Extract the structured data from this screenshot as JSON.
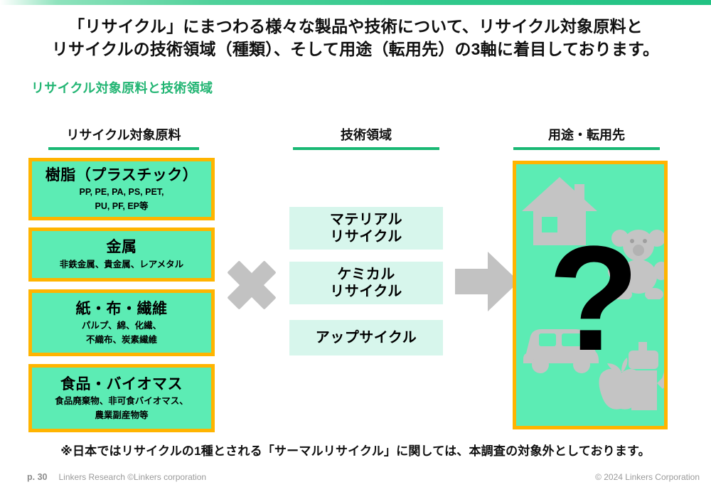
{
  "headline": {
    "line1": "「リサイクル」にまつわる様々な製品や技術について、リサイクル対象原料と",
    "line2": "リサイクルの技術領域（種類）、そして用途（転用先）の3軸に着目しております。"
  },
  "section_title": "リサイクル対象原料と技術領域",
  "columns": {
    "materials_header": "リサイクル対象原料",
    "technology_header": "技術領域",
    "use_header": "用途・転用先"
  },
  "materials": [
    {
      "name": "樹脂（プラスチック）",
      "sub_line1": "PP, PE, PA, PS, PET,",
      "sub_line2": "PU, PF, EP等"
    },
    {
      "name": "金属",
      "sub_line1": "非鉄金属、貴金属、レアメタル",
      "sub_line2": ""
    },
    {
      "name": "紙・布・繊維",
      "sub_line1": "パルプ、綿、化繊、",
      "sub_line2": "不織布、炭素繊維"
    },
    {
      "name": "食品・バイオマス",
      "sub_line1": "食品廃棄物、非可食バイオマス、",
      "sub_line2": "農業副産物等"
    }
  ],
  "technologies": [
    {
      "line1": "マテリアル",
      "line2": "リサイクル"
    },
    {
      "line1": "ケミカル",
      "line2": "リサイクル"
    },
    {
      "line1": "アップサイクル",
      "line2": ""
    }
  ],
  "use_panel": {
    "question_mark": "?",
    "icons": [
      "house-icon",
      "teddy-bear-icon",
      "car-icon",
      "apple-icon",
      "robot-icon"
    ]
  },
  "operators": {
    "multiply": "multiply-x-icon",
    "arrow": "right-arrow-icon"
  },
  "note": "※日本ではリサイクルの1種とされる「サーマルリサイクル」に関しては、本調査の対象外としております。",
  "footer": {
    "page": "p. 30",
    "left_text": "Linkers Research ©Linkers corporation",
    "right_text": "© 2024 Linkers Corporation"
  },
  "colors": {
    "accent_green": "#22b573",
    "rule_green": "#19b874",
    "box_fill": "#5cecb4",
    "box_border": "#ffb400",
    "tech_fill": "#d7f6ec",
    "ghost_gray": "#c4c4c4",
    "operator_gray": "#c2c2c2"
  }
}
